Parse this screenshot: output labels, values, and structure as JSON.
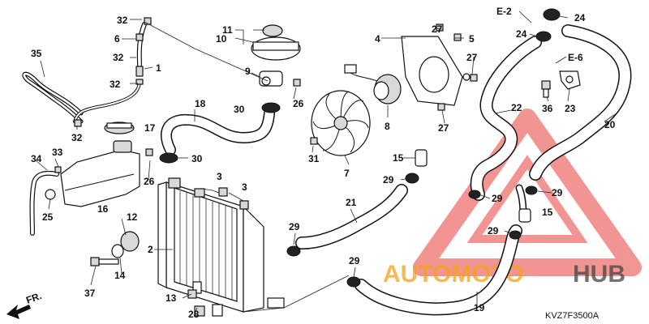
{
  "diagram": {
    "code": "KVZ7F3500A",
    "direction_label": "FR.",
    "watermark": {
      "prefix": "AUTOMOTO",
      "suffix": "HUB",
      "prefix_color": "#f4a21c",
      "suffix_color": "#444444",
      "triangle_color": "#e8403a"
    },
    "refs": [
      "E-2",
      "E-6"
    ],
    "callouts": {
      "c1": "1",
      "c2": "2",
      "c3a": "3",
      "c3b": "3",
      "c4": "4",
      "c5": "5",
      "c6": "6",
      "c7": "7",
      "c8": "8",
      "c9": "9",
      "c10": "10",
      "c11": "11",
      "c12": "12",
      "c13": "13",
      "c14": "14",
      "c15a": "15",
      "c15b": "15",
      "c16": "16",
      "c17": "17",
      "c18": "18",
      "c19": "19",
      "c20": "20",
      "c21": "21",
      "c22": "22",
      "c23": "23",
      "c24a": "24",
      "c24b": "24",
      "c25": "25",
      "c26a": "26",
      "c26b": "26",
      "c27a": "27",
      "c27b": "27",
      "c27c": "27",
      "c28": "28",
      "c29a": "29",
      "c29b": "29",
      "c29c": "29",
      "c29d": "29",
      "c29e": "29",
      "c29f": "29",
      "c30a": "30",
      "c30b": "30",
      "c31": "31",
      "c32a": "32",
      "c32b": "32",
      "c32c": "32",
      "c32d": "32",
      "c33": "33",
      "c34": "34",
      "c35": "35",
      "c36": "36",
      "c37": "37"
    }
  }
}
